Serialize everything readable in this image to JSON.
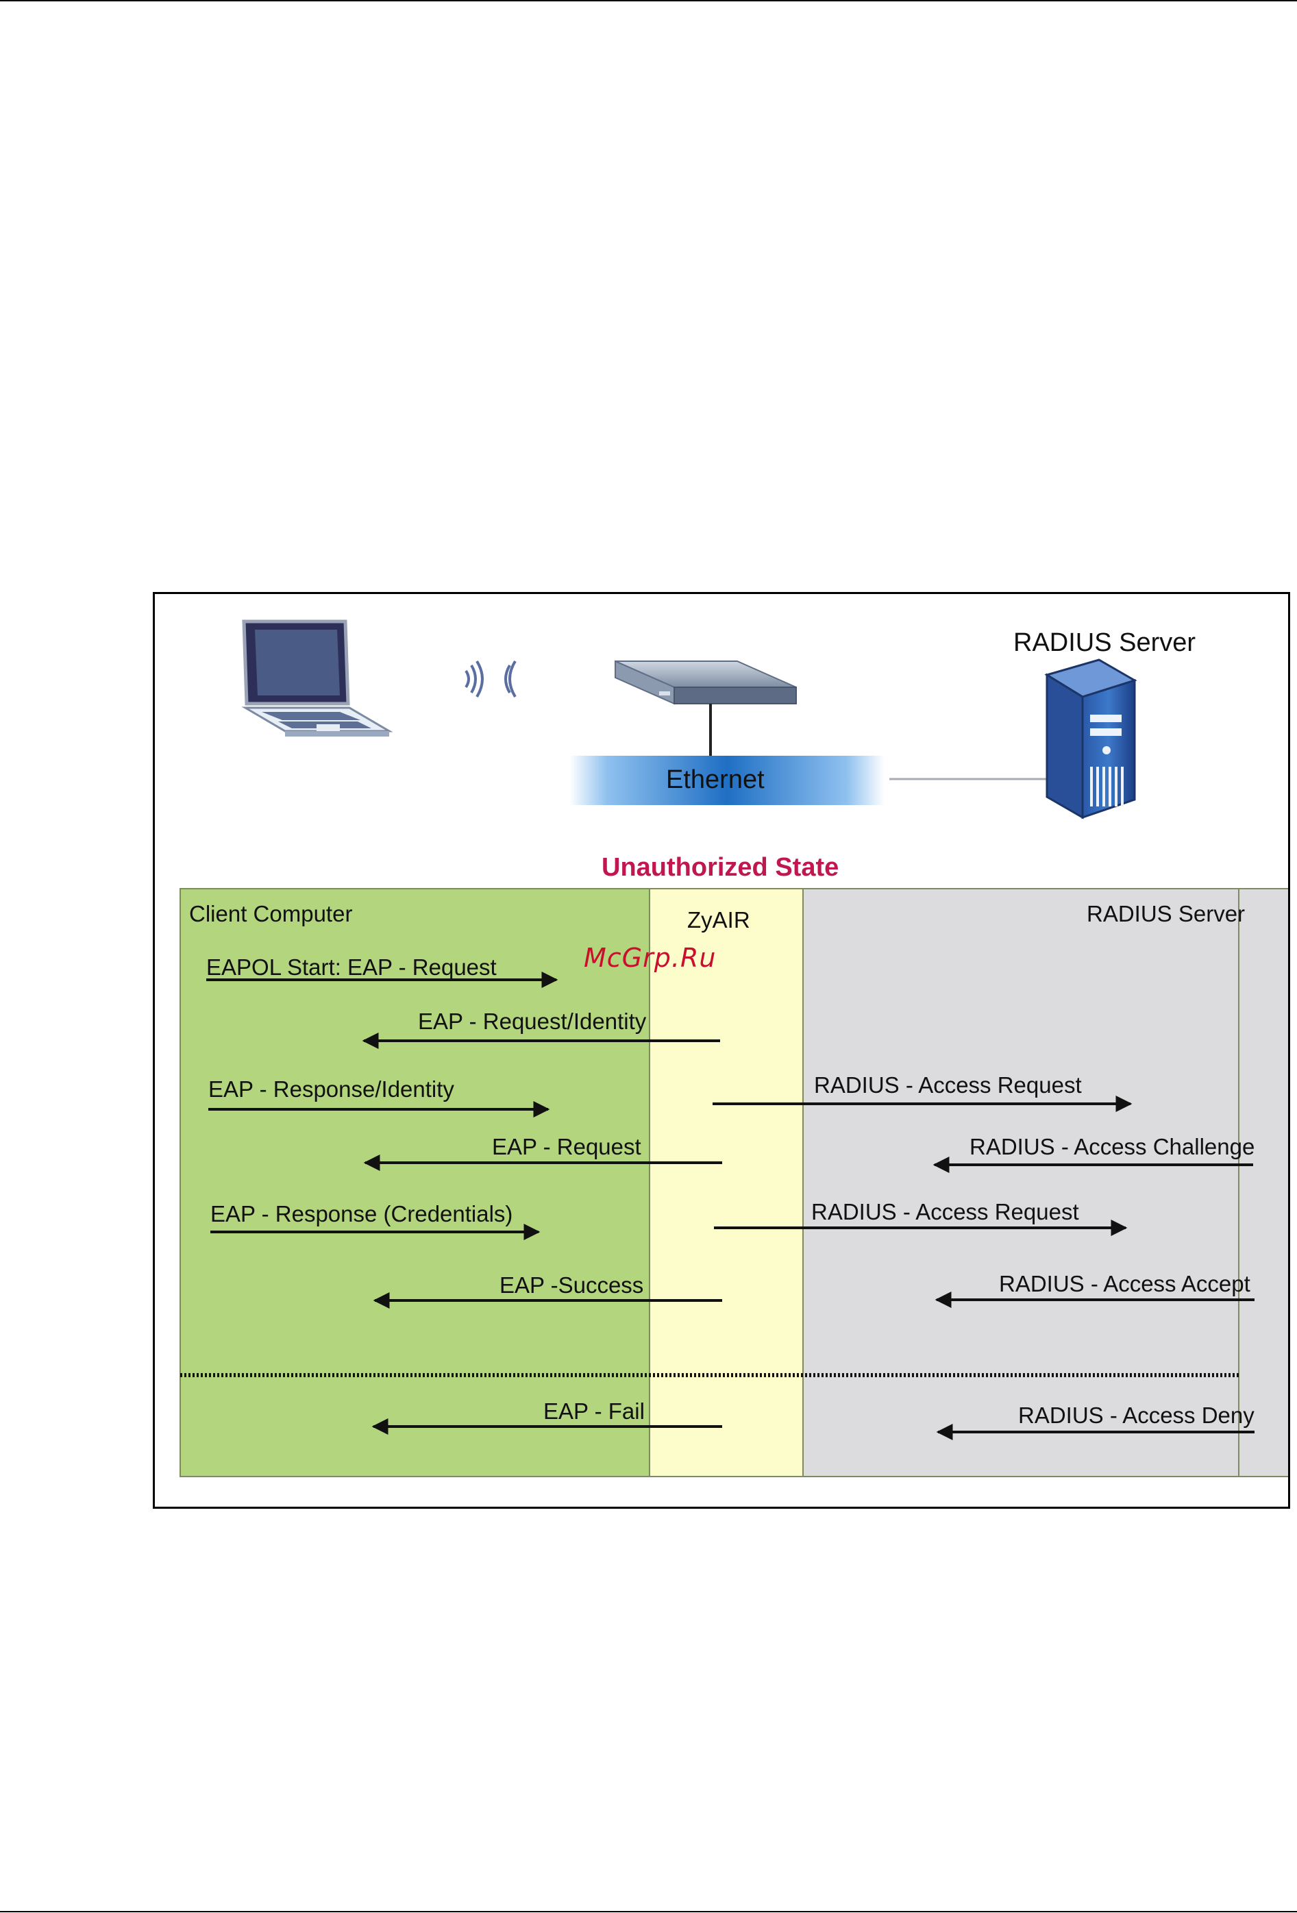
{
  "diagram": {
    "topology": {
      "network_label": "Ethernet",
      "server_label": "RADIUS Server",
      "devices": [
        "laptop-icon",
        "access-point-icon",
        "server-tower-icon",
        "wireless-signal-icon"
      ]
    },
    "state_title": "Unauthorized State",
    "lanes": {
      "client": "Client Computer",
      "ap": "ZyAIR",
      "server": "RADIUS Server"
    },
    "messages": [
      {
        "label": "EAPOL Start:  EAP - Request",
        "direction": "right",
        "lane": "client"
      },
      {
        "label": "EAP - Request/Identity",
        "direction": "left",
        "lane": "client"
      },
      {
        "label": "EAP - Response/Identity",
        "direction": "right",
        "lane": "client"
      },
      {
        "label": "RADIUS - Access Request",
        "direction": "right",
        "lane": "server"
      },
      {
        "label": "EAP - Request",
        "direction": "left",
        "lane": "client"
      },
      {
        "label": "RADIUS - Access Challenge",
        "direction": "left",
        "lane": "server"
      },
      {
        "label": "EAP - Response (Credentials)",
        "direction": "right",
        "lane": "client"
      },
      {
        "label": "RADIUS - Access Request",
        "direction": "right",
        "lane": "server"
      },
      {
        "label": "EAP -Success",
        "direction": "left",
        "lane": "client"
      },
      {
        "label": "RADIUS - Access Accept",
        "direction": "left",
        "lane": "server"
      },
      {
        "label": "EAP - Fail",
        "direction": "left",
        "lane": "client"
      },
      {
        "label": "RADIUS - Access Deny",
        "direction": "left",
        "lane": "server"
      }
    ],
    "colors": {
      "client_lane": "#b3d57e",
      "ap_lane": "#fdfdcb",
      "server_lane": "#dcdbdd",
      "state_title": "#c0174f",
      "ethernet_band": "#2f7fd0"
    }
  },
  "watermark": "McGrp.Ru"
}
